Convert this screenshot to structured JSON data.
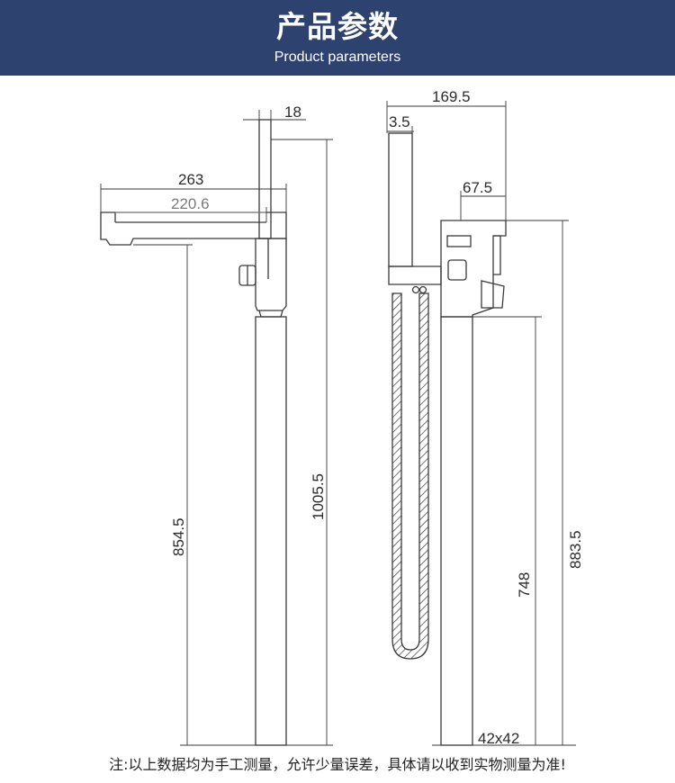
{
  "header": {
    "title": "产品参数",
    "subtitle": "Product parameters"
  },
  "dimensions": {
    "top_width": "18",
    "spout_length": "263",
    "spout_inner": "220.6",
    "spout_height": "854.5",
    "total_height": "1005.5",
    "right_width": "169.5",
    "handshower_width": "3.5",
    "mixer_width": "67.5",
    "holder_height": "748",
    "body_height": "883.5",
    "base_size": "42x42"
  },
  "footer": {
    "note": "注:以上数据均为手工测量，允许少量误差，具体请以收到实物测量为准!"
  },
  "colors": {
    "banner": "#2e4270",
    "line": "#3a3a3a"
  }
}
